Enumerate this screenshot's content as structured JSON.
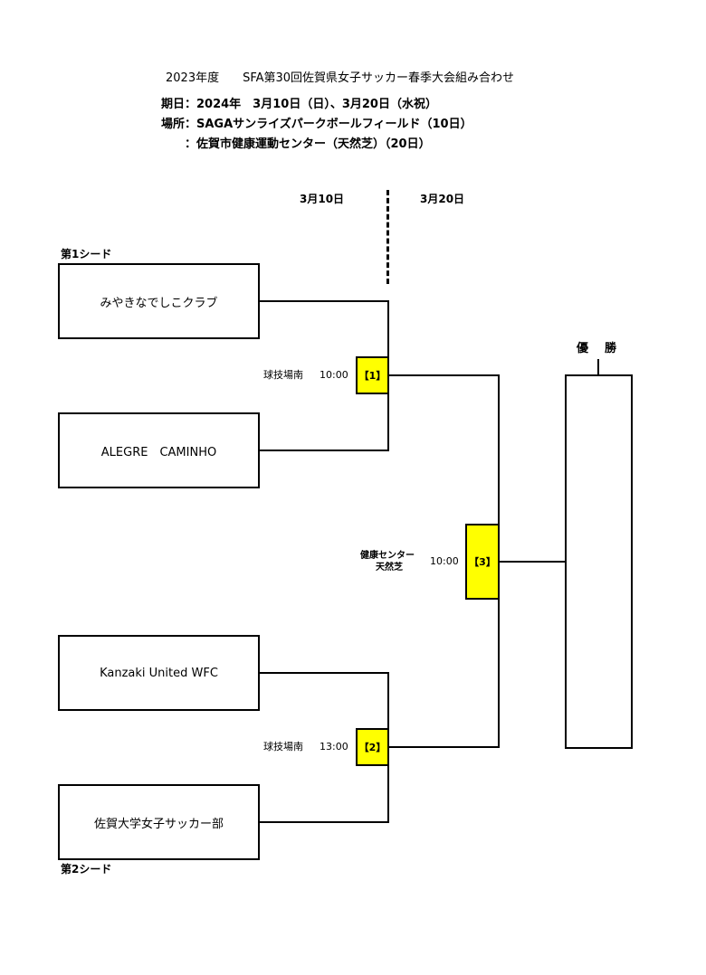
{
  "header": {
    "title": "2023年度　　SFA第30回佐賀県女子サッカー春季大会組み合わせ",
    "period": "期日：2024年　3月10日（日）、3月20日（水祝）",
    "venue_line1": "場所：SAGAサンライズパークボールフィールド（10日）",
    "venue_line2": "：佐賀市健康運動センター（天然芝）（20日）"
  },
  "rounds": {
    "day1": "3月10日",
    "day2": "3月20日"
  },
  "seeds": {
    "first": "第1シード",
    "second": "第2シード"
  },
  "teams": [
    "みやきなでしこクラブ",
    "ALEGRE　CAMINHO",
    "Kanzaki  United  WFC",
    "佐賀大学女子サッカー部"
  ],
  "matches": [
    {
      "id": "【1】",
      "venue": "球技場南",
      "time": "10:00"
    },
    {
      "id": "【2】",
      "venue": "球技場南",
      "time": "13:00"
    },
    {
      "id": "【3】",
      "venue_line1": "健康センター",
      "venue_line2": "天然芝",
      "time": "10:00"
    }
  ],
  "champion": {
    "label": "優勝"
  }
}
